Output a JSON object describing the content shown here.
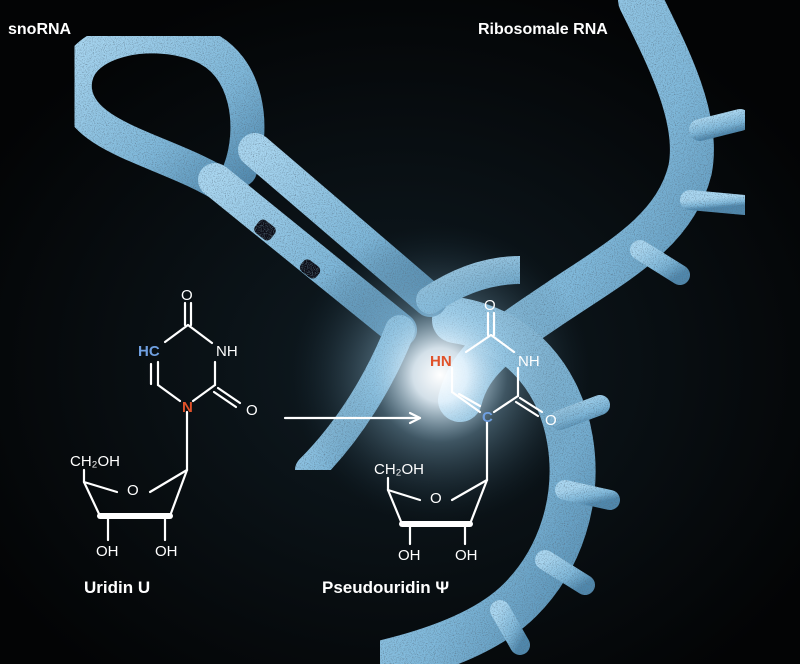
{
  "labels": {
    "left_strand": "snoRNA",
    "right_strand": "Ribosomale RNA",
    "uridine_caption": "Uridin U",
    "pseudouridine_caption": "Pseudouridin Ψ"
  },
  "uridine": {
    "o_top": "O",
    "nh": "NH",
    "hc": "HC",
    "n": "N",
    "o_right": "O",
    "ch2oh": "CH₂OH",
    "oh_left": "OH",
    "oh_right": "OH",
    "ring_o": "O"
  },
  "pseudouridine": {
    "o_top": "O",
    "nh_right": "NH",
    "hn": "HN",
    "c": "C",
    "o_right": "O",
    "ch2oh": "CH₂OH",
    "oh_left": "OH",
    "oh_right": "OH",
    "ring_o": "O"
  },
  "colors": {
    "background": "#050607",
    "rna": "#8fc6e6",
    "highlight_blue": "#6f9fe0",
    "highlight_red": "#e0522a"
  }
}
